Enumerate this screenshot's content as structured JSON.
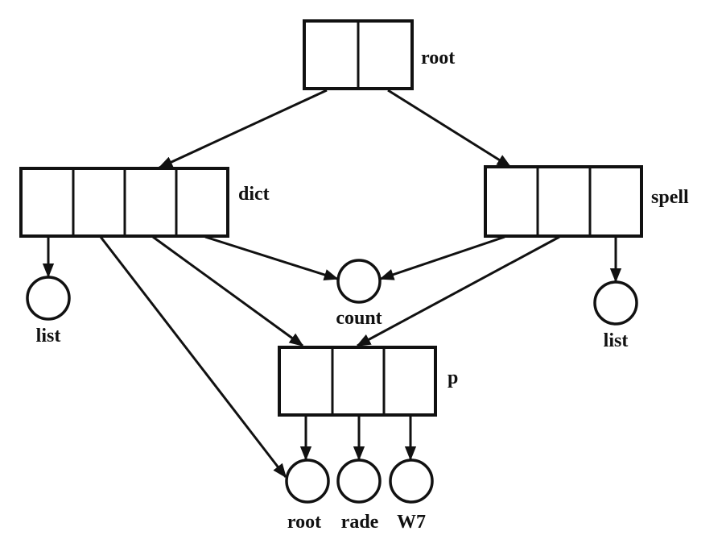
{
  "diagram": {
    "type": "pointer-structure",
    "colors": {
      "ink": "#111111",
      "background": "#ffffff"
    },
    "records": [
      {
        "id": "root",
        "label": "root",
        "fields": 2
      },
      {
        "id": "dict",
        "label": "dict",
        "fields": 4
      },
      {
        "id": "spell",
        "label": "spell",
        "fields": 3
      },
      {
        "id": "p",
        "label": "p",
        "fields": 3
      }
    ],
    "leaves": [
      {
        "id": "list1",
        "label": "list"
      },
      {
        "id": "count",
        "label": "count"
      },
      {
        "id": "list2",
        "label": "list"
      },
      {
        "id": "root_leaf",
        "label": "root"
      },
      {
        "id": "rade",
        "label": "rade"
      },
      {
        "id": "w7",
        "label": "W7"
      }
    ],
    "edges": [
      {
        "from": "root",
        "to": "dict"
      },
      {
        "from": "root",
        "to": "spell"
      },
      {
        "from": "dict",
        "to": "list1"
      },
      {
        "from": "dict",
        "to": "root_leaf"
      },
      {
        "from": "dict",
        "to": "p"
      },
      {
        "from": "dict",
        "to": "count"
      },
      {
        "from": "spell",
        "to": "count"
      },
      {
        "from": "spell",
        "to": "p"
      },
      {
        "from": "spell",
        "to": "list2"
      },
      {
        "from": "p",
        "to": "root_leaf"
      },
      {
        "from": "p",
        "to": "rade"
      },
      {
        "from": "p",
        "to": "w7"
      }
    ]
  }
}
